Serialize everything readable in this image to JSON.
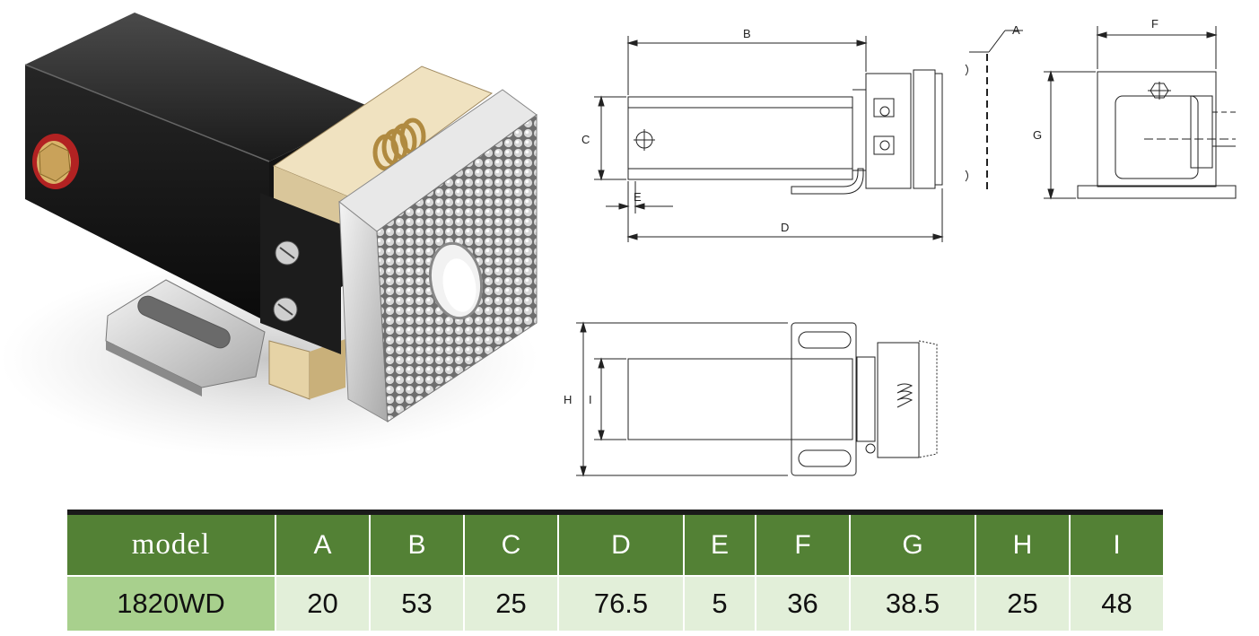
{
  "drawing_labels": {
    "a": "A",
    "b": "B",
    "c": "C",
    "d": "D",
    "e": "E",
    "f": "F",
    "g": "G",
    "h": "H",
    "i": "I"
  },
  "table": {
    "headers": [
      "model",
      "A",
      "B",
      "C",
      "D",
      "E",
      "F",
      "G",
      "H",
      "I"
    ],
    "rows": [
      [
        "1820WD",
        "20",
        "53",
        "25",
        "76.5",
        "5",
        "36",
        "38.5",
        "25",
        "48"
      ]
    ]
  },
  "colors": {
    "header_bg": "#538135",
    "model_cell_bg": "#a8d08d",
    "cell_bg": "#e2efd9"
  }
}
